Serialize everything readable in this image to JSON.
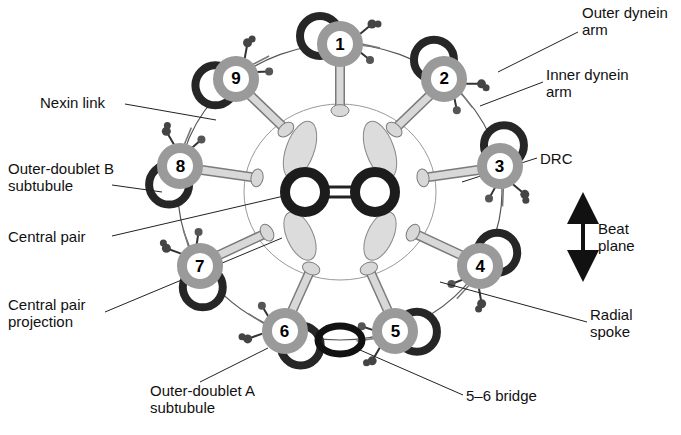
{
  "diagram": {
    "nodes": [
      {
        "text": [
          "1"
        ]
      },
      {
        "text": [
          "2"
        ]
      },
      {
        "text": [
          "3"
        ]
      },
      {
        "text": [
          "4"
        ]
      },
      {
        "text": [
          "5"
        ]
      },
      {
        "text": [
          "6"
        ]
      },
      {
        "text": [
          "7"
        ]
      },
      {
        "text": [
          "8"
        ]
      },
      {
        "text": [
          "9"
        ]
      }
    ],
    "labels": [
      "Outer dynein arm",
      "Inner dynein arm",
      "DRC",
      "Beat plane",
      "Radial spoke",
      "5–6 bridge",
      "Outer-doublet A subtubule",
      "Central pair projection",
      "Central pair",
      "Outer-doublet B subtubule",
      "Nexin link"
    ]
  }
}
